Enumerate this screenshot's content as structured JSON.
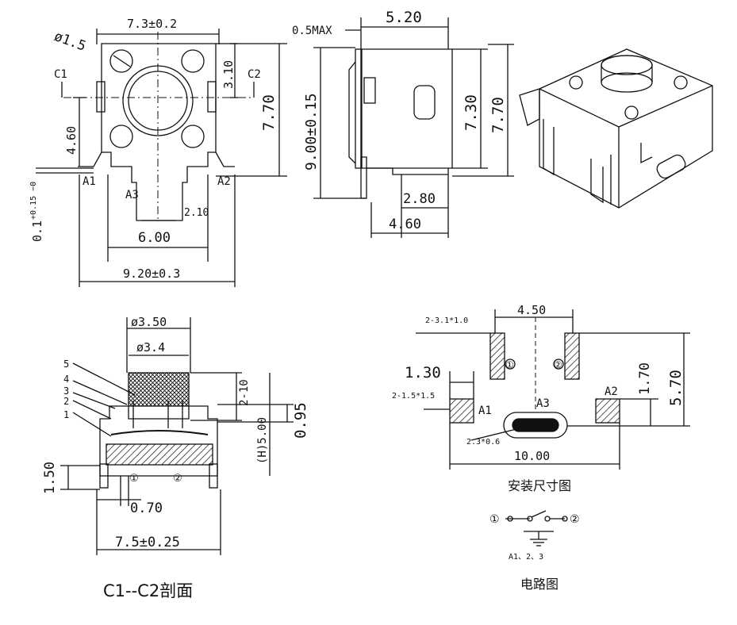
{
  "top_view": {
    "width_dim": "7.3±0.2",
    "hole_dia": "ø1.5",
    "section_left": "C1",
    "section_right": "C2",
    "dim_3_10": "3.10",
    "dim_7_70": "7.70",
    "dim_4_60": "4.60",
    "dim_0_1": "0.1",
    "dim_0_1_tol": "+0.15 −0",
    "pin_a1": "A1",
    "pin_a2": "A2",
    "pin_a3": "A3",
    "dim_2_10": "2.10",
    "dim_6_00": "6.00",
    "dim_9_20": "9.20±0.3"
  },
  "side_view": {
    "dim_0_5max": "0.5MAX",
    "dim_5_20": "5.20",
    "dim_9_00": "9.00±0.15",
    "dim_7_30": "7.30",
    "dim_7_70": "7.70",
    "dim_2_80": "2.80",
    "dim_4_60": "4.60"
  },
  "section_view": {
    "dim_phi_3_50": "ø3.50",
    "dim_phi_3_4": "ø3.4",
    "label_5": "5",
    "label_4": "4",
    "label_3": "3",
    "label_2": "2",
    "label_1": "1",
    "dim_2_10": "2-10",
    "dim_h_5_00": "(H)5.00",
    "dim_0_95": "0.95",
    "dim_1_50": "1.50",
    "dim_0_70": "0.70",
    "dim_7_5": "7.5±0.25",
    "circ_1": "①",
    "circ_2": "②",
    "caption": "C1--C2剖面"
  },
  "footprint": {
    "slot_note": "2-3.1*1.0",
    "dim_4_50": "4.50",
    "dim_1_30": "1.30",
    "pad_note": "2-1.5*1.5",
    "pad_a1": "A1",
    "pad_a3": "A3",
    "pad_a2": "A2",
    "dim_1_70": "1.70",
    "dim_5_70": "5.70",
    "oval_note": "2.3*0.6",
    "dim_10_00": "10.00",
    "circ_1": "①",
    "circ_2": "②",
    "caption": "安装尺寸图"
  },
  "circuit": {
    "left_terminal": "①",
    "right_terminal": "②",
    "ground_note": "A1、2、3",
    "caption": "电路图"
  }
}
